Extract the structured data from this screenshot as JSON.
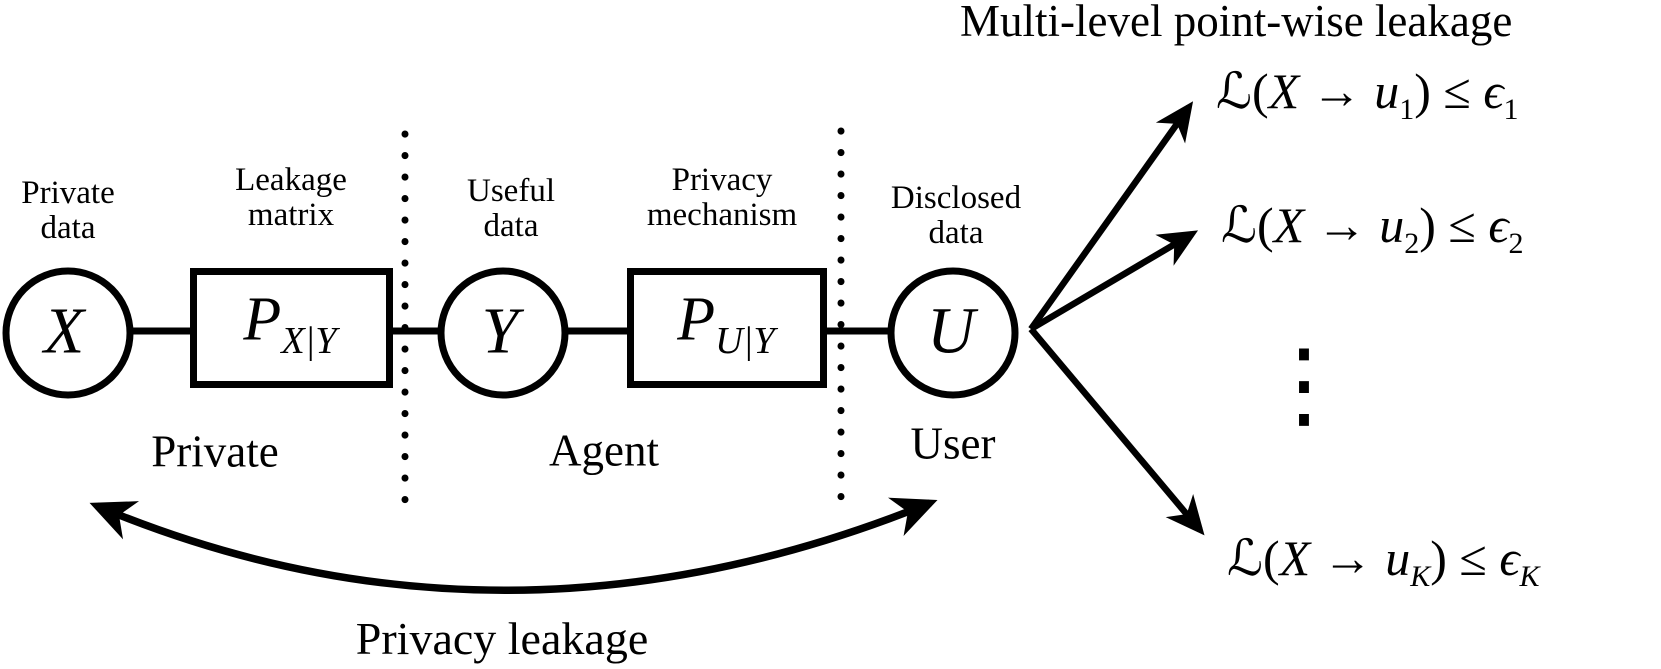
{
  "diagram_title": "Multi-level point-wise leakage",
  "pipeline": {
    "captions": {
      "private_data": [
        "Private",
        "data"
      ],
      "leakage_matrix": [
        "Leakage",
        "matrix"
      ],
      "useful_data": [
        "Useful",
        "data"
      ],
      "privacy_mechanism": [
        "Privacy",
        "mechanism"
      ],
      "disclosed_data": [
        "Disclosed",
        "data"
      ]
    },
    "nodes": {
      "x": "X",
      "y": "Y",
      "u": "U",
      "leakage_matrix": {
        "main": "P",
        "sub": "X|Y"
      },
      "privacy_mechanism": {
        "main": "P",
        "sub": "U|Y"
      }
    },
    "sections": {
      "private": "Private",
      "agent": "Agent",
      "user": "User"
    },
    "privacy_leakage_label": "Privacy leakage"
  },
  "leakage_bounds": {
    "f1": {
      "l": "ℒ(",
      "x": "X",
      "arrow": " → ",
      "u": "u",
      "usub": "1",
      "rp": ") ≤ ",
      "eps": "ϵ",
      "esub": "1"
    },
    "f2": {
      "l": "ℒ(",
      "x": "X",
      "arrow": " → ",
      "u": "u",
      "usub": "2",
      "rp": ") ≤ ",
      "eps": "ϵ",
      "esub": "2"
    },
    "fK": {
      "l": "ℒ(",
      "x": "X",
      "arrow": " → ",
      "u": "u",
      "usub": "K",
      "rp": ") ≤ ",
      "eps": "ϵ",
      "esub": "K"
    },
    "ellipsis": "⋮"
  },
  "colors": {
    "ink": "#000000",
    "background": "#ffffff"
  }
}
